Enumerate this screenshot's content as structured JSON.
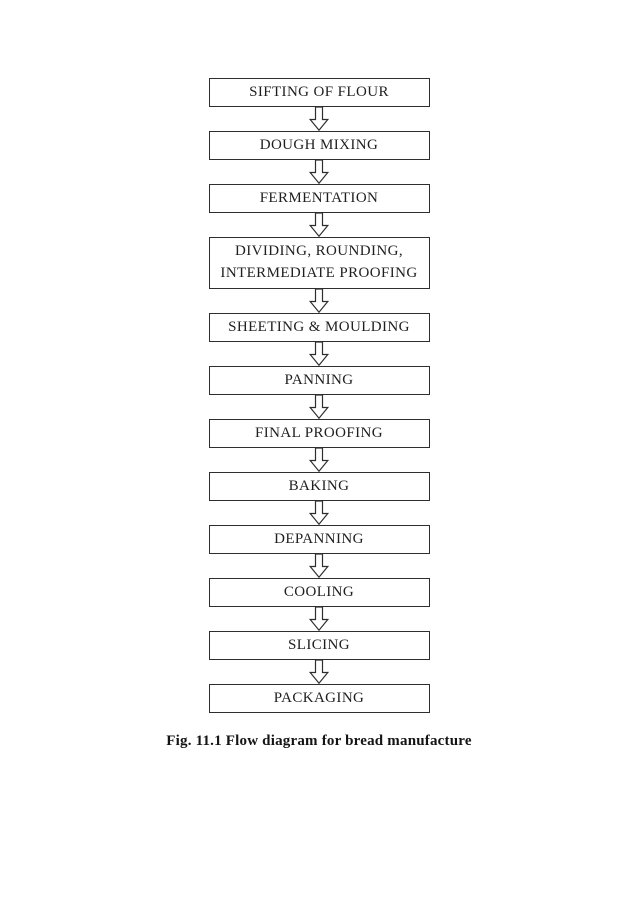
{
  "figure": {
    "type": "flowchart",
    "caption": "Fig. 11.1 Flow diagram for bread manufacture",
    "steps": [
      "SIFTING OF FLOUR",
      "DOUGH MIXING",
      "FERMENTATION",
      "DIVIDING, ROUNDING, INTERMEDIATE PROOFING",
      "SHEETING & MOULDING",
      "PANNING",
      "FINAL PROOFING",
      "BAKING",
      "DEPANNING",
      "COOLING",
      "SLICING",
      "PACKAGING"
    ],
    "colors": {
      "box_border": "#2e2e2e",
      "text": "#1f1f1f",
      "background": "#ffffff"
    }
  }
}
